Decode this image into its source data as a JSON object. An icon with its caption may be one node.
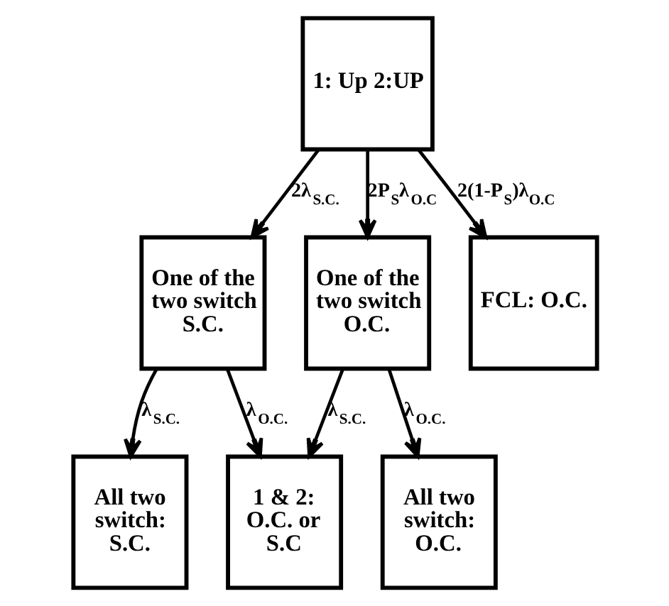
{
  "diagram": {
    "nodes": [
      {
        "text": [
          "1: Up 2:UP"
        ]
      },
      {
        "text": [
          "One of the two switch S.C."
        ]
      },
      {
        "text": [
          "One of the two switch O.C."
        ]
      },
      {
        "text": [
          "FCL: O.C."
        ]
      },
      {
        "text": [
          "All two switch: S.C."
        ]
      },
      {
        "text": [
          "1 & 2: O.C. or S.C"
        ]
      },
      {
        "text": [
          "All two switch: O.C."
        ]
      }
    ],
    "edges": [
      {
        "from": 0,
        "to": 1,
        "arrow": "to",
        "label": "2λ$_{S.C.}$"
      },
      {
        "from": 0,
        "to": 2,
        "arrow": "to",
        "label": "2P$_{S}$λ$_{O.C}$"
      },
      {
        "from": 0,
        "to": 3,
        "arrow": "to",
        "label": "2(1-P$_{S}$)λ$_{O.C}$"
      },
      {
        "from": 1,
        "to": 4,
        "arrow": "to",
        "label": "λ$_{S.C.}$"
      },
      {
        "from": 1,
        "to": 5,
        "arrow": "to",
        "label": "λ$_{O.C.}$"
      },
      {
        "from": 2,
        "to": 5,
        "arrow": "to",
        "label": "λ$_{S.C.}$"
      },
      {
        "from": 2,
        "to": 6,
        "arrow": "to",
        "label": "λ$_{O.C.}$"
      }
    ]
  }
}
